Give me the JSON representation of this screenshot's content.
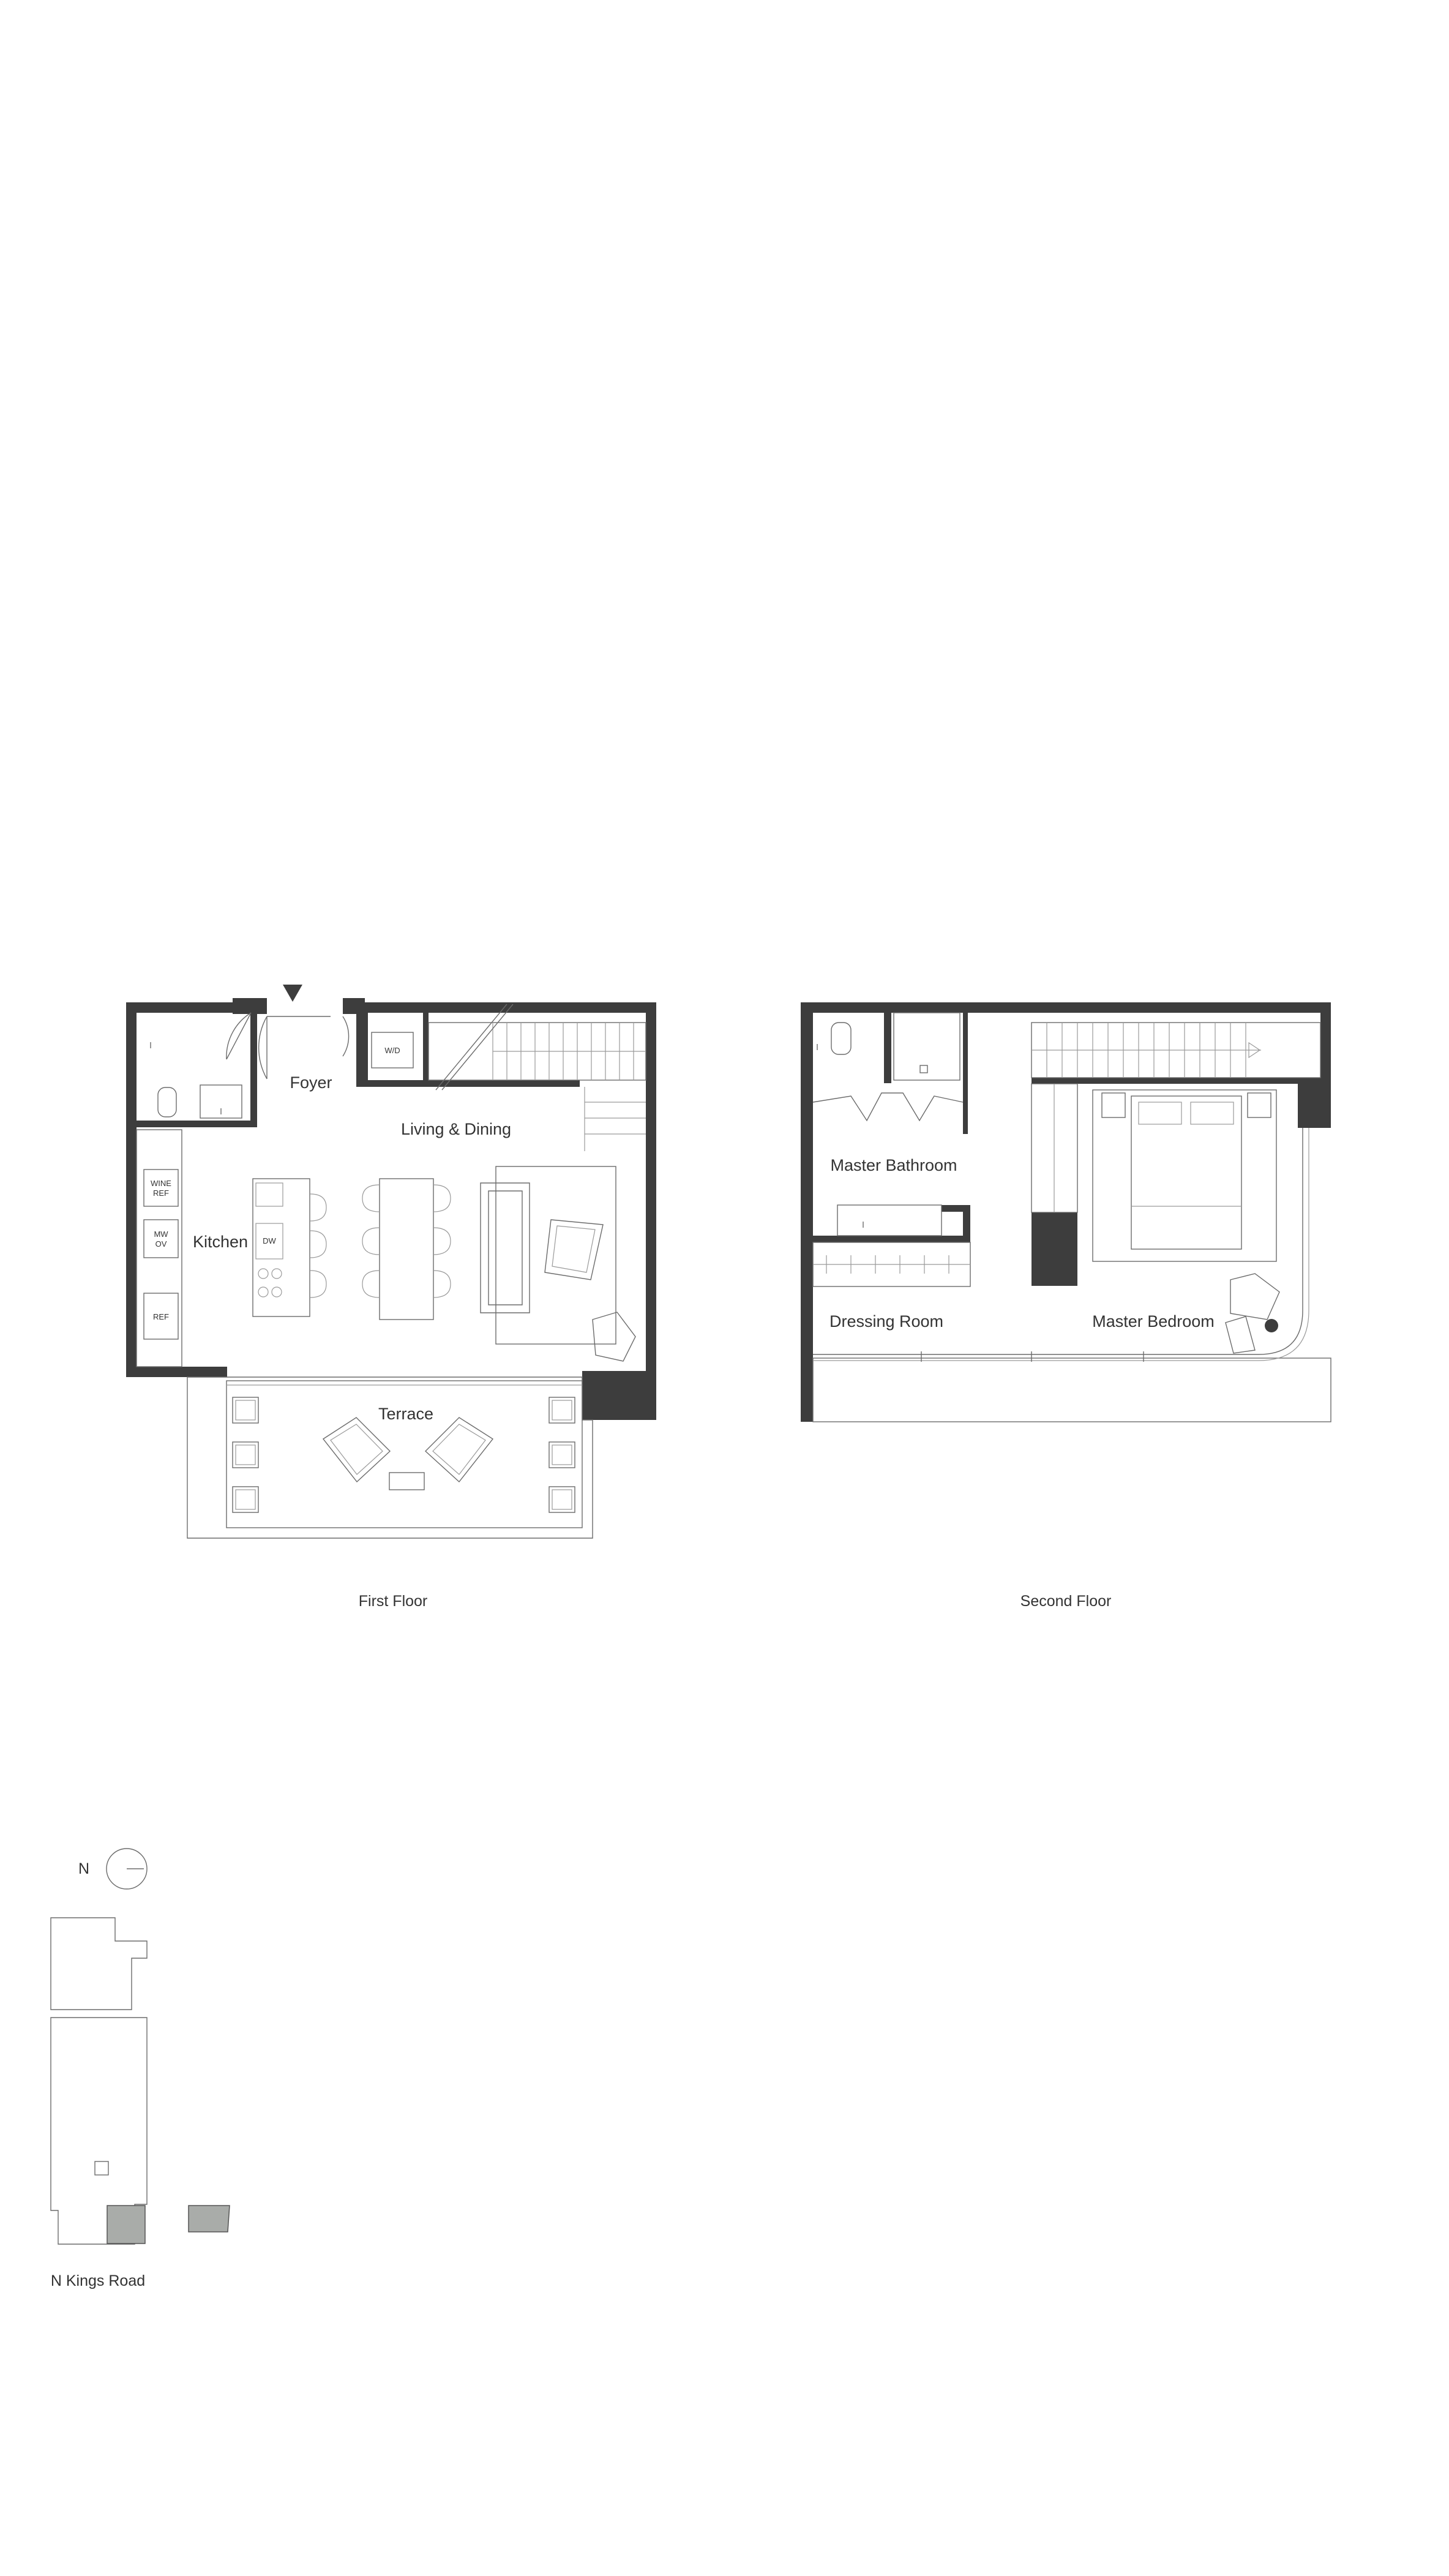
{
  "first_floor": {
    "caption": "First Floor",
    "rooms": {
      "foyer": "Foyer",
      "living_dining": "Living & Dining",
      "kitchen": "Kitchen",
      "terrace": "Terrace"
    },
    "appliances": {
      "wd": "W/D",
      "wine_ref_1": "WINE",
      "wine_ref_2": "REF",
      "mw_ov_1": "MW",
      "mw_ov_2": "OV",
      "ref": "REF",
      "dw": "DW"
    }
  },
  "second_floor": {
    "caption": "Second Floor",
    "rooms": {
      "master_bathroom": "Master Bathroom",
      "dressing_room": "Dressing Room",
      "master_bedroom": "Master Bedroom"
    }
  },
  "key_plan": {
    "north_label": "N",
    "street_label": "N Kings Road"
  },
  "colors": {
    "wall": "#3d3d3d",
    "highlight_unit": "#a9aca9",
    "line": "#6b6b6b"
  }
}
